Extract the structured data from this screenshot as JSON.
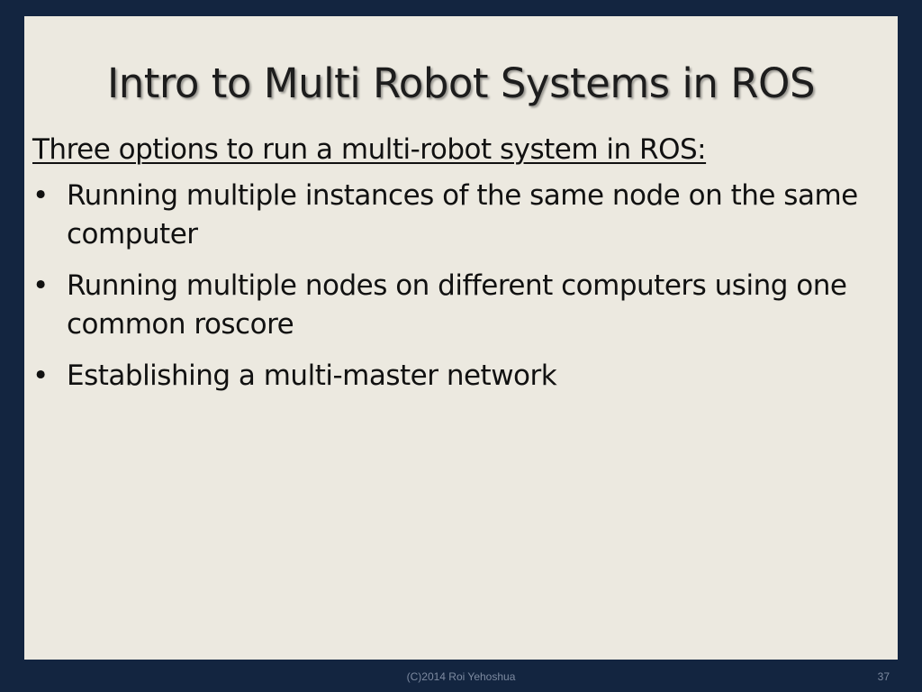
{
  "slide": {
    "title": "Intro to Multi Robot Systems in ROS",
    "intro": "Three options to run a multi-robot system in ROS:",
    "bullet_symbol": "•",
    "bullets": [
      "Running multiple instances of the same node on the same computer",
      "Running multiple nodes on different computers using one common roscore",
      "Establishing a multi-master network"
    ],
    "footer": "(C)2014 Roi Yehoshua",
    "page_number": "37"
  },
  "colors": {
    "frame_background": "#132540",
    "panel_background": "#ece9e0",
    "text": "#111111",
    "footer_text": "#7d8aa0"
  }
}
